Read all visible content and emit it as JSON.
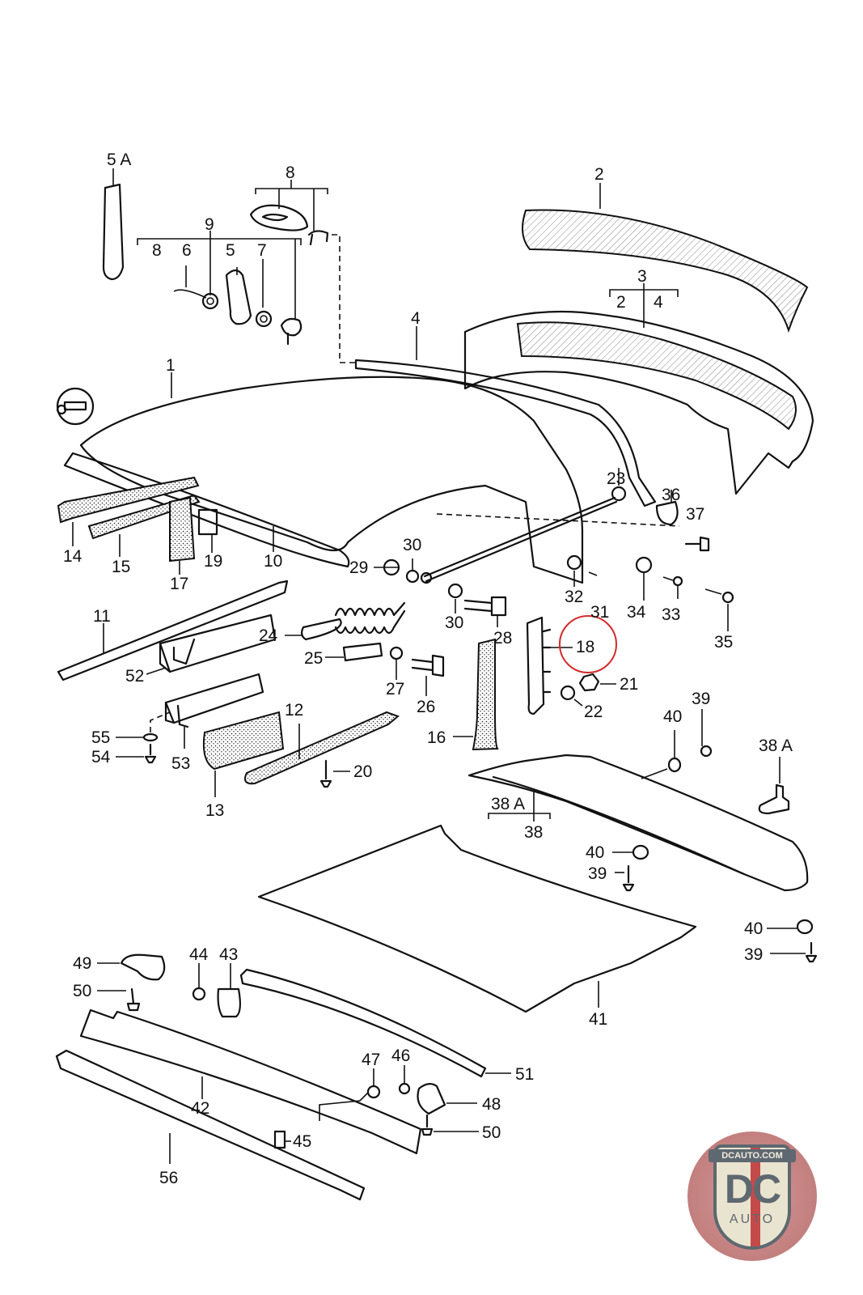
{
  "diagram": {
    "title": "Hardtop / roof exploded parts diagram",
    "highlight_color": "#d42a2a",
    "highlighted_part": "18",
    "labels": {
      "p5A": "5 A",
      "p8top": "8",
      "p2": "2",
      "p3": "3",
      "p3_2": "2",
      "p3_4": "4",
      "p9": "9",
      "p8": "8",
      "p6": "6",
      "p5": "5",
      "p7": "7",
      "p4": "4",
      "p1": "1",
      "p23": "23",
      "p36": "36",
      "p37": "37",
      "p14": "14",
      "p15": "15",
      "p17": "17",
      "p19": "19",
      "p10": "10",
      "p29": "29",
      "p30a": "30",
      "p32": "32",
      "p31": "31",
      "p34": "34",
      "p33": "33",
      "p35": "35",
      "p11": "11",
      "p24": "24",
      "p30b": "30",
      "p28": "28",
      "p18": "18",
      "p52": "52",
      "p25": "25",
      "p27": "27",
      "p26": "26",
      "p21": "21",
      "p22": "22",
      "p55": "55",
      "p54": "54",
      "p53": "53",
      "p12": "12",
      "p16": "16",
      "p40a": "40",
      "p39a": "39",
      "p38Ar": "38 A",
      "p20": "20",
      "p13": "13",
      "p38Al": "38 A",
      "p38": "38",
      "p40b": "40",
      "p39b": "39",
      "p40c": "40",
      "p39c": "39",
      "p49": "49",
      "p44": "44",
      "p43": "43",
      "p50a": "50",
      "p41": "41",
      "p51": "51",
      "p47": "47",
      "p46": "46",
      "p48": "48",
      "p42": "42",
      "p45": "45",
      "p50b": "50",
      "p56": "56"
    }
  },
  "logo": {
    "top_text": "DCAUTO.COM",
    "main_text": "DC",
    "sub_text": "AUTO",
    "colors": {
      "background": "#c27f7e",
      "shield": "#e9e4cf",
      "text": "#5e6870",
      "stripe": "#c44a4a"
    }
  }
}
